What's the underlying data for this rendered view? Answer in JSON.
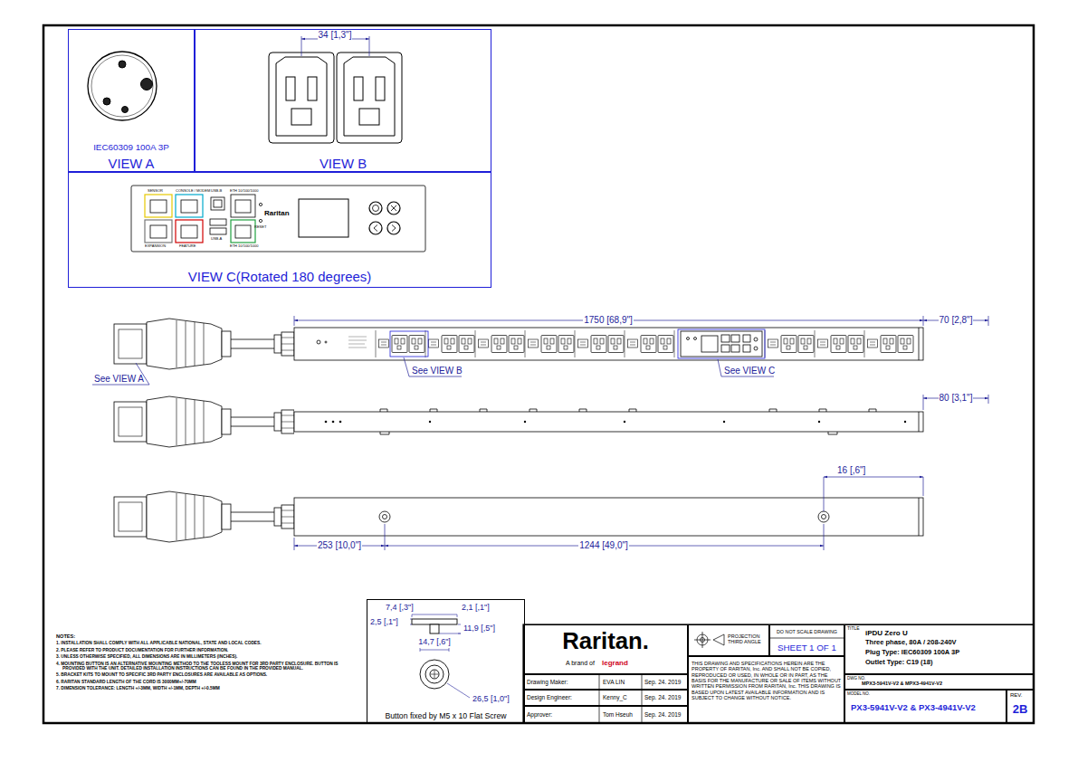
{
  "diagram": {
    "nodes": [
      {
        "text": [
          "IEC60309 100A 3P",
          "VIEW A"
        ]
      },
      {
        "text": [
          "VIEW B"
        ]
      },
      {
        "text": [
          "VIEW C(Rotated 180 degrees)"
        ]
      },
      {
        "text": [
          "Button fixed by M5 x 10 Flat Screw"
        ]
      },
      {
        "text": [
          "Raritan.",
          "A brand of",
          "legrand"
        ]
      },
      {
        "text": [
          "Drawing Maker:",
          "EVA LIN",
          "Sep. 24. 2019"
        ]
      },
      {
        "text": [
          "Design Engineer:",
          "Kenny_C",
          "Sep. 24. 2019"
        ]
      },
      {
        "text": [
          "Approver:",
          "Tom Hseuh",
          "Sep. 24. 2019"
        ]
      },
      {
        "text": [
          "PROJECTION THIRD ANGLE"
        ]
      },
      {
        "text": [
          "DO NOT SCALE DRAWING",
          "SHEET 1 OF 1"
        ]
      },
      {
        "text": [
          "THIS DRAWING AND SPECIFICATIONS HEREIN ARE THE PROPERTY OF RARITAN, Inc. AND SHALL NOT BE COPIED, REPRODUCED OR USED, IN WHOLE OR IN PART, AS THE BASIS FOR THE MANUFACTURE OR SALE OF ITEMS WITHOUT WRITTEN PERMISSION FROM RARITAN, Inc. THIS DRAWING IS BASED UPON LATEST AVAILABLE INFORMATION AND IS SUBJECT TO CHANGE WITHOUT NOTICE."
        ]
      },
      {
        "text": [
          "TITLE",
          "iPDU Zero U",
          "Three phase, 80A / 208-240V",
          "Plug Type: IEC60309 100A 3P",
          "Outlet Type: C19 (18)"
        ]
      },
      {
        "text": [
          "DWG NO.",
          "MPX3-5941V-V2 & MPX3-4941V-V2"
        ]
      },
      {
        "text": [
          "MODEL NO.",
          "PX3-5941V-V2 & PX3-4941V-V2"
        ]
      },
      {
        "text": [
          "REV.",
          "2B"
        ]
      }
    ],
    "labels": [
      "34 [1,3\"]",
      "See VIEW A",
      "See VIEW B",
      "See VIEW C",
      "1750 [68,9\"]",
      "70 [2,8\"]",
      "80 [3,1\"]",
      "16 [,6\"]",
      "253 [10,0\"]",
      "1244 [49,0\"]",
      "7,4 [,3\"]",
      "2,1 [,1\"]",
      "2,5 [,1\"]",
      "11,9 [,5\"]",
      "14,7 [,6\"]",
      "26,5 [1,0\"]",
      "NOTES:",
      "1. INSTALLATION SHALL COMPLY WITH ALL APPLICABLE NATIONAL, STATE AND LOCAL CODES.",
      "2. PLEASE REFER TO PRODUCT DOCUMENTATION FOR FURTHER INFORMATION.",
      "3. UNLESS OTHERWISE SPECIFIED, ALL DIMENSIONS ARE IN MILLIMETERS (INCHES).",
      "4. MOUNTING BUTTON IS AN ALTERNATIVE MOUNTING METHOD TO THE TOOLESS MOUNT FOR 3RD PARTY ENCLOSURE. BUTTON IS PROVIDED WITH THE UNIT. DETAILED INSTALLATION INSTRUCTIONS CAN BE FOUND IN THE PROVIDED MANUAL.",
      "5. BRACKET KITS TO MOUNT TO SPECIFIC 3RD PARTY ENCLOSURES ARE AVAILABLE AS OPTIONS.",
      "6. RARITAN STANDARD LENGTH OF THE CORD IS 3000MM+/-70MM",
      "7. DIMENSION TOLERANCE: LENGTH +/-3MM, WIDTH +/-1MM, DEPTH +/-0.5MM",
      "SENSOR",
      "CONSOLE / MODEM",
      "USB-B",
      "ETH 10/100/1000",
      "Raritan",
      "EXPANSION",
      "FEATURE",
      "USB-A",
      "RESET",
      "ETH 10/100/1000"
    ]
  }
}
